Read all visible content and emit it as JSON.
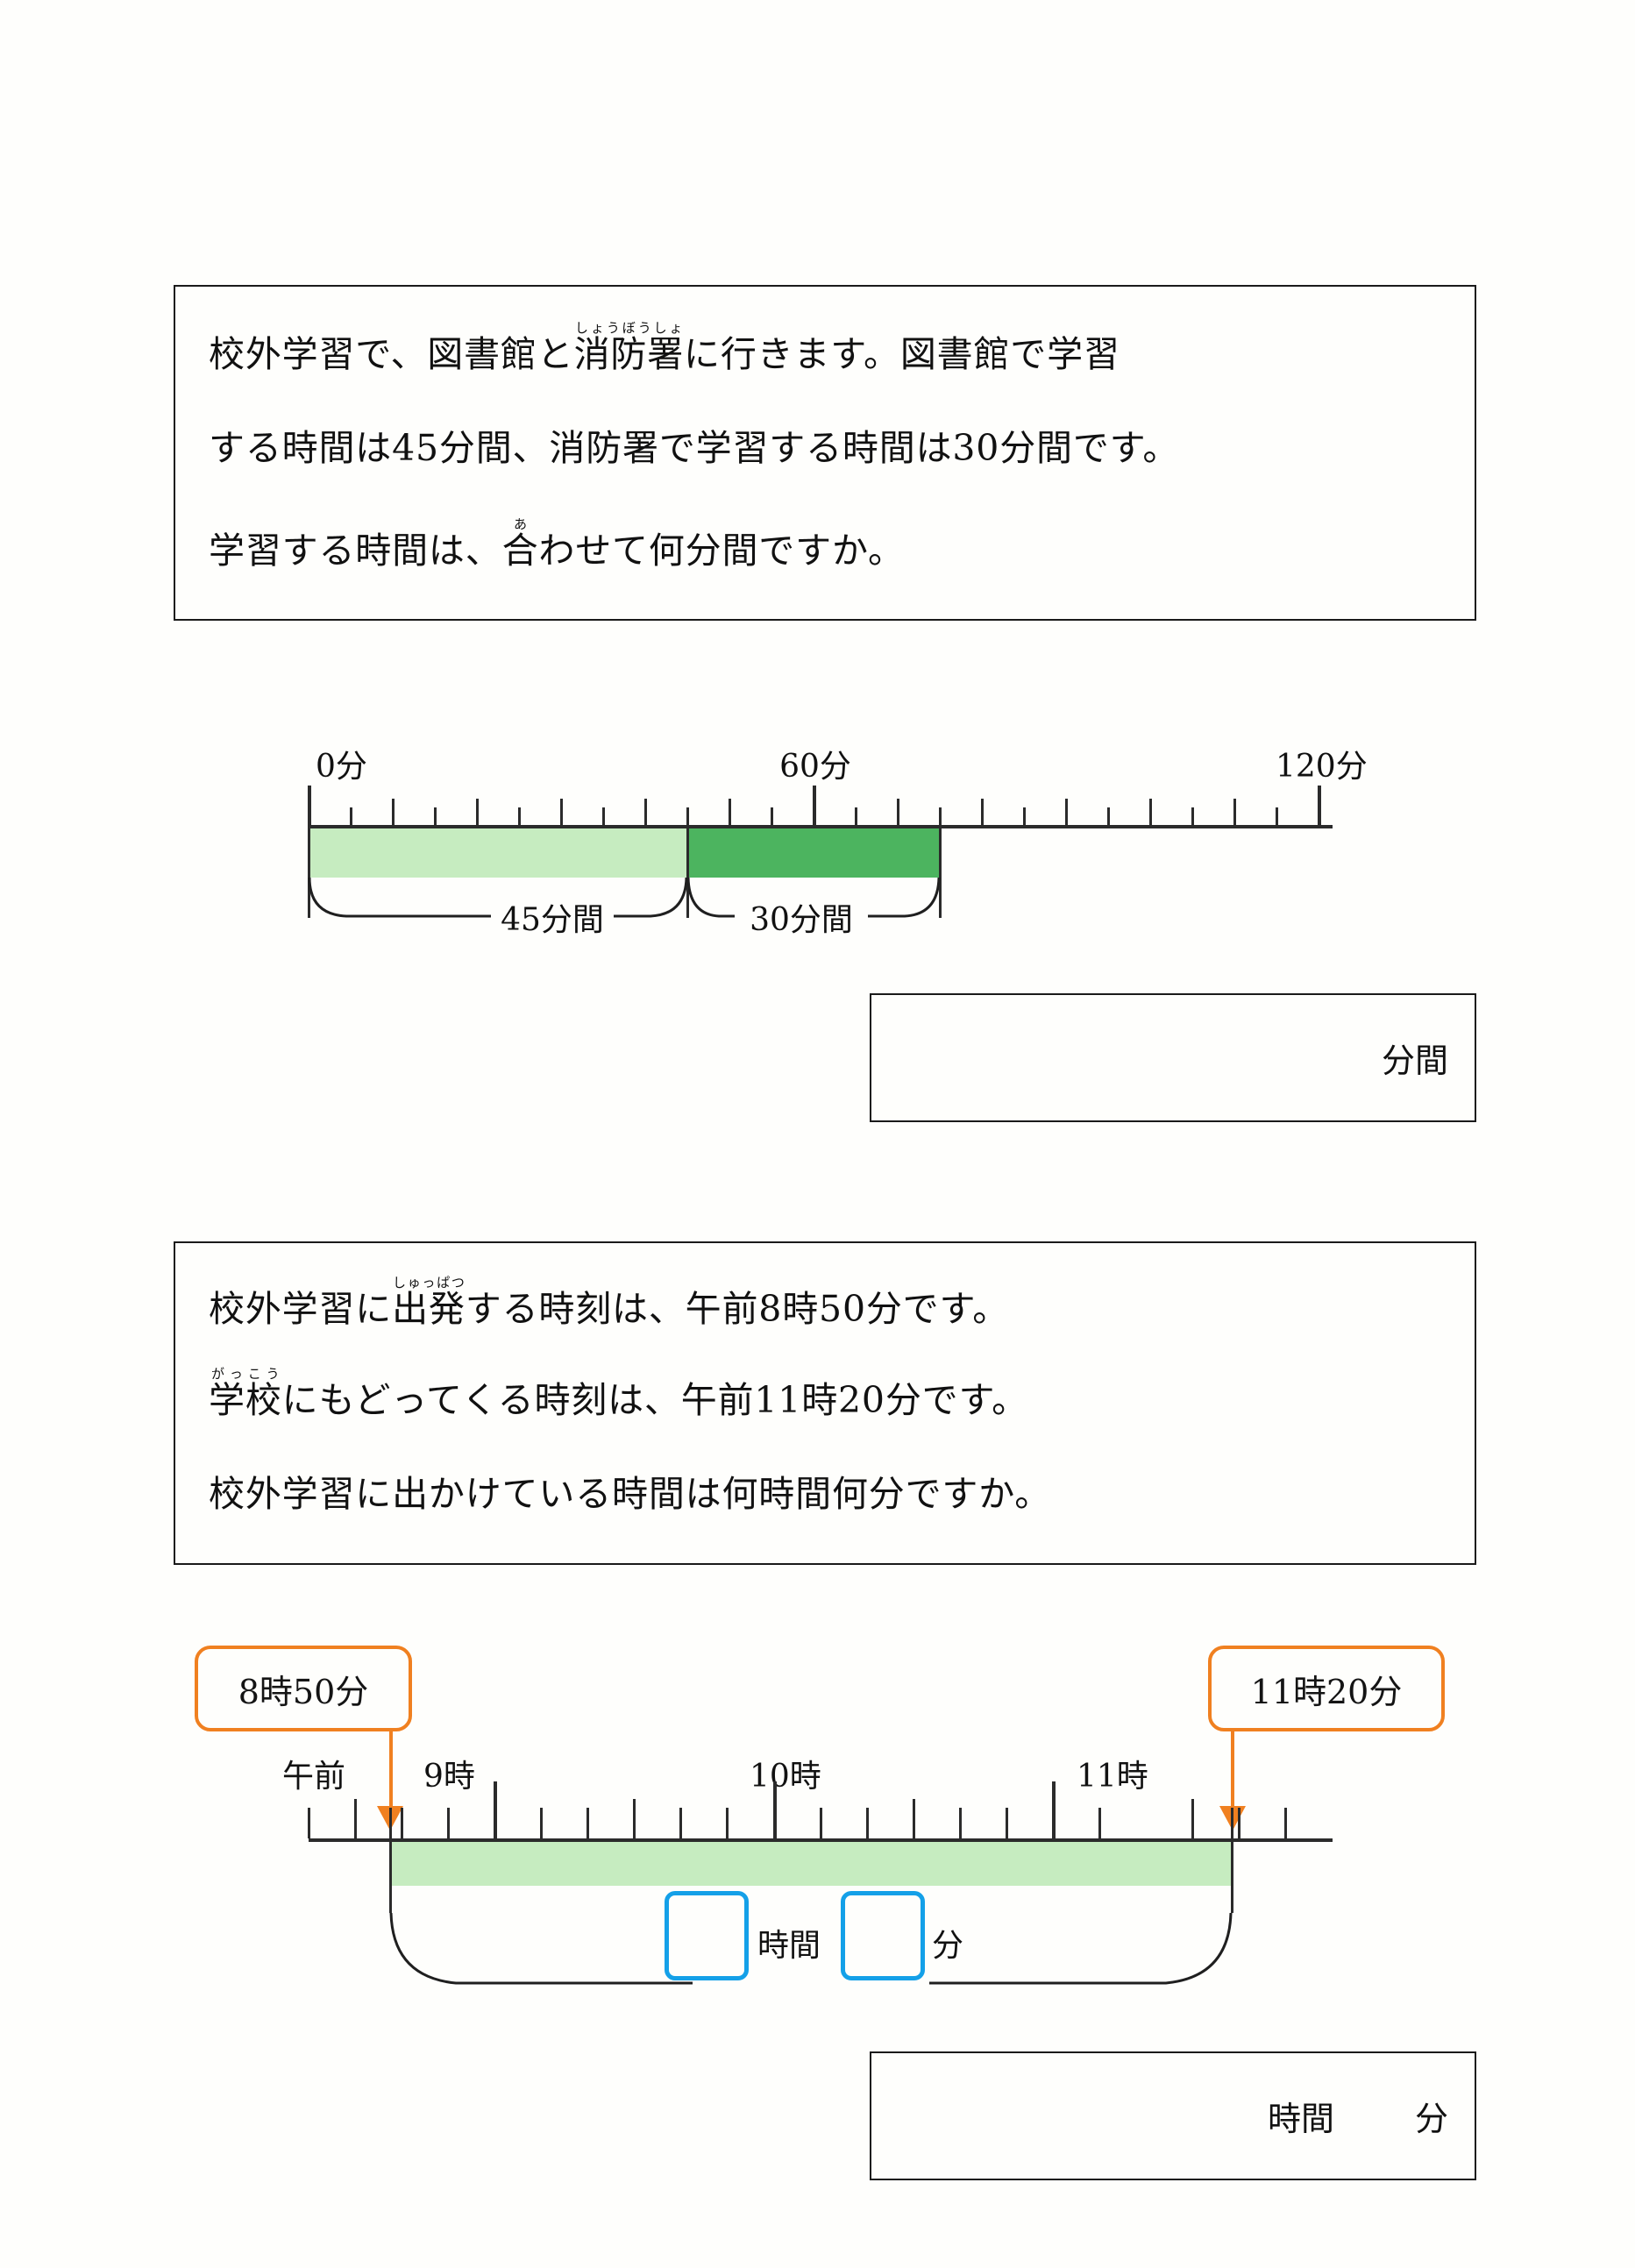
{
  "worksheet": {
    "background_color": "#fefefc",
    "ink_color": "#111111"
  },
  "problem1": {
    "statement_lines": [
      {
        "id": "p1l1",
        "text_before": "校外学習で、図書館と",
        "ruby_base": "消防署",
        "ruby_text": "しょうぼうしょ",
        "text_after": "に行きます。図書館で学習"
      },
      {
        "id": "p1l2",
        "plain": "する時間は45分間、消防署で学習する時間は30分間です。"
      },
      {
        "id": "p1l3",
        "text_before": "学習する時間は、",
        "ruby_base": "合",
        "ruby_text": "あ",
        "text_after": "わせて何分間ですか。"
      }
    ],
    "answer_unit": "分間"
  },
  "problem2": {
    "statement_lines": [
      {
        "id": "p2l1",
        "text_before": "校外学習に",
        "ruby_base": "出発",
        "ruby_text": "しゅっぱつ",
        "text_after": "する時刻は、午前8時50分です。"
      },
      {
        "id": "p2l2",
        "text_before": "",
        "ruby_base": "学校",
        "ruby_text": "がっこう",
        "text_after": "にもどってくる時刻は、午前11時20分です。"
      },
      {
        "id": "p2l3",
        "plain": "校外学習に出かけている時間は何時間何分ですか。"
      }
    ],
    "answer_unit_hour": "時間",
    "answer_unit_min": "分"
  },
  "chart_data": [
    {
      "id": "minutes-number-line",
      "type": "bar",
      "title": "",
      "orientation": "horizontal-timeline",
      "xlabel": "",
      "ylabel": "",
      "xlim": [
        0,
        130
      ],
      "axis_min": 0,
      "axis_max": 130,
      "unit": "分",
      "tick_interval_minor": 5,
      "tick_interval_medium": 10,
      "tick_interval_major": 60,
      "tick_labels": [
        {
          "value": 0,
          "label": "0分"
        },
        {
          "value": 60,
          "label": "60分"
        },
        {
          "value": 120,
          "label": "120分"
        }
      ],
      "series": [
        {
          "name": "図書館で学習",
          "start": 0,
          "end": 45,
          "value": 45,
          "color": "#c6ecc0",
          "brace_label": "45分間"
        },
        {
          "name": "消防署で学習",
          "start": 45,
          "end": 75,
          "value": 30,
          "color": "#4cb45f",
          "brace_label": "30分間"
        }
      ],
      "grid": false,
      "legend": "none"
    },
    {
      "id": "clock-number-line",
      "type": "bar",
      "title": "",
      "orientation": "horizontal-timeline",
      "xlabel": "",
      "ylabel": "",
      "xlim": [
        500,
        720
      ],
      "axis_min_minutes": 500,
      "axis_max_minutes": 720,
      "unit": "時",
      "am_label": "午前",
      "tick_interval_minor": 10,
      "tick_interval_medium": 30,
      "tick_interval_major": 60,
      "tick_labels": [
        {
          "value": 540,
          "label": "9時"
        },
        {
          "value": 600,
          "label": "10時"
        },
        {
          "value": 660,
          "label": "11時"
        }
      ],
      "markers": [
        {
          "label": "8時50分",
          "value": 530,
          "color": "#f08020"
        },
        {
          "label": "11時20分",
          "value": 680,
          "color": "#f08020"
        }
      ],
      "series": [
        {
          "name": "校外学習に出かけている時間",
          "start": 530,
          "end": 680,
          "value": 150,
          "color": "#c6ecc0"
        }
      ],
      "brace_units": {
        "hour": "時間",
        "minute": "分"
      },
      "grid": false,
      "legend": "none"
    }
  ]
}
